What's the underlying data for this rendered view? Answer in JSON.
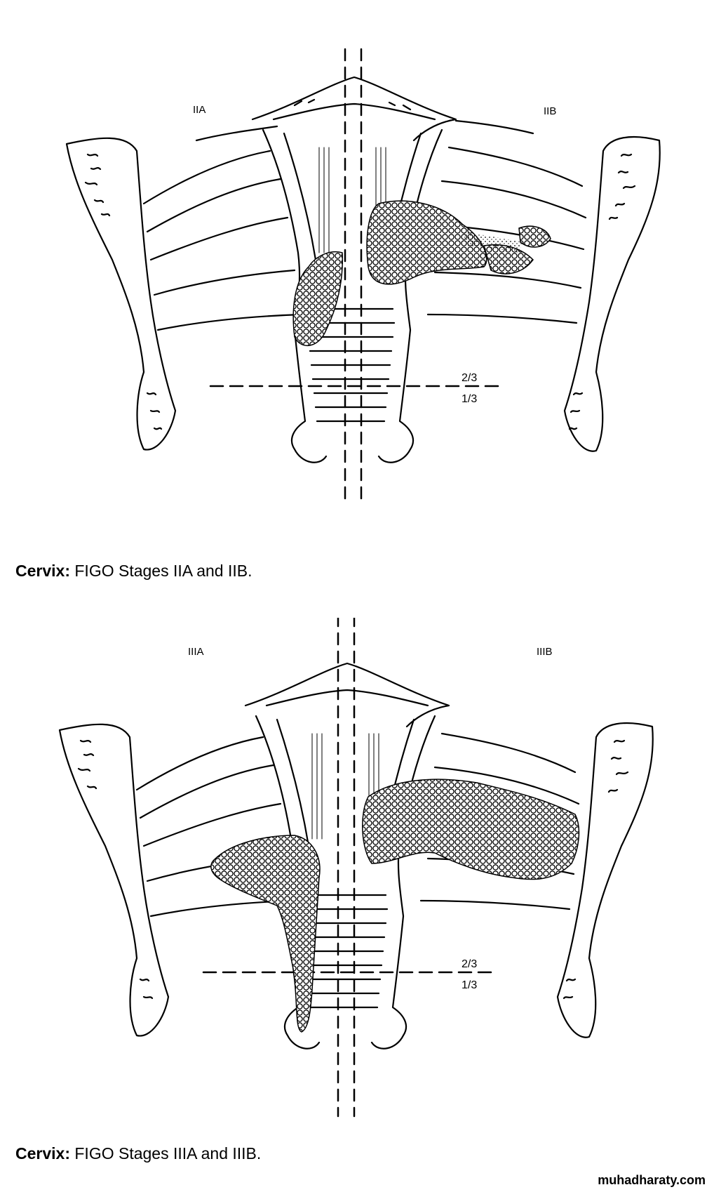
{
  "panels": {
    "top": {
      "label_left": "IIA",
      "label_right": "IIB",
      "fraction_upper": "2/3",
      "fraction_lower": "1/3"
    },
    "bottom": {
      "label_left": "IIIA",
      "label_right": "IIIB",
      "fraction_upper": "2/3",
      "fraction_lower": "1/3"
    }
  },
  "captions": {
    "top": {
      "bold": "Cervix:",
      "text": " FIGO Stages IIA and IIB."
    },
    "bottom": {
      "bold": "Cervix:",
      "text": " FIGO Stages IIIA and IIIB."
    }
  },
  "watermark": "muhadharaty.com",
  "colors": {
    "ink": "#000000",
    "background": "#ffffff",
    "tumor_fill": "#ffffff"
  }
}
